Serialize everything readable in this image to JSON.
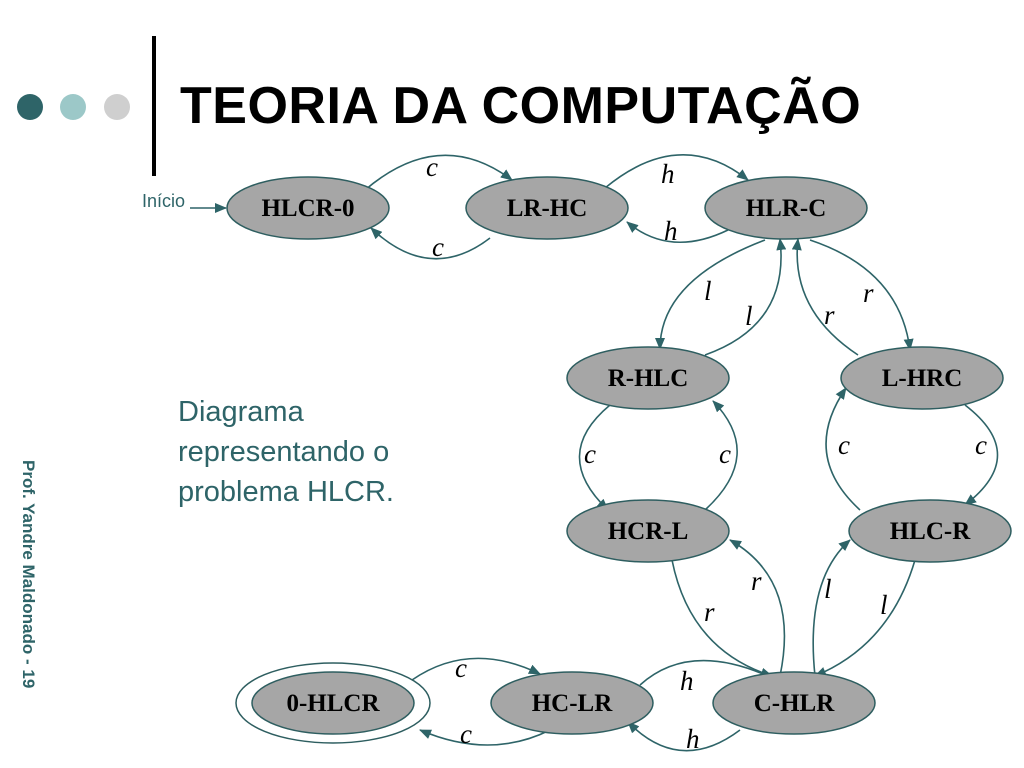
{
  "header": {
    "title": "TEORIA DA COMPUTAÇÃO"
  },
  "sidebar": {
    "author": "Prof. Yandre Maldonado - 19"
  },
  "caption": {
    "lines": [
      "Diagrama",
      "representando o",
      "problema HLCR."
    ]
  },
  "diagram": {
    "start_label": "Início",
    "nodes": {
      "hlcr0": "HLCR-0",
      "lrhc": "LR-HC",
      "hlrc": "HLR-C",
      "rhlc": "R-HLC",
      "lhrc": "L-HRC",
      "hcrl": "HCR-L",
      "hlcr_l": "HLC-R",
      "ohlcr": "0-HLCR",
      "hclr": "HC-LR",
      "chlr": "C-HLR"
    },
    "edge_labels": {
      "hlcr0_lrhc": "c",
      "lrhc_hlcr0": "c",
      "lrhc_hlrc": "h",
      "hlrc_lrhc": "h",
      "hlrc_rhlc": "l",
      "rhlc_hlrc": "l",
      "hlrc_lhrc": "r",
      "lhrc_hlrc": "r",
      "rhlc_hcrl": "c",
      "hcrl_rhlc": "c",
      "lhrc_hlcr": "c",
      "hlcr_lhrc": "c",
      "hcrl_chlr": "r",
      "chlr_hcrl": "r",
      "hlcr_chlr": "l",
      "chlr_hlcr": "l",
      "hclr_ohlcr": "c",
      "ohlcr_hclr": "c",
      "chlr_hclr": "h",
      "hclr_chlr": "h"
    }
  },
  "colors": {
    "accent": "#2e6468",
    "node_fill": "#a6a6a6",
    "dot_light": "#9cc8c8",
    "dot_gray": "#cfcfcf"
  }
}
